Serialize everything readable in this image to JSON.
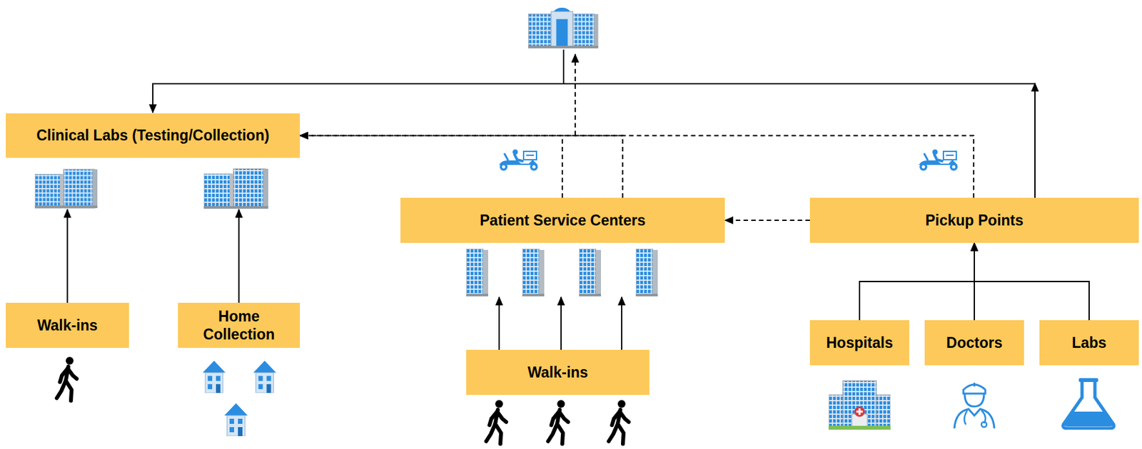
{
  "diagram": {
    "nodes": [
      {
        "text": [
          "Clinical Labs (Testing/Collection)"
        ]
      },
      {
        "text": [
          "Walk-ins"
        ]
      },
      {
        "text": [
          "Home Collection"
        ]
      },
      {
        "text": [
          "Patient Service Centers"
        ]
      },
      {
        "text": [
          "Pickup Points"
        ]
      },
      {
        "text": [
          "Walk-ins"
        ]
      },
      {
        "text": [
          "Hospitals"
        ]
      },
      {
        "text": [
          "Doctors"
        ]
      },
      {
        "text": [
          "Labs"
        ]
      }
    ],
    "edges": [
      {
        "from": 1,
        "to": 0,
        "arrow": "to"
      },
      {
        "from": 2,
        "to": 0,
        "arrow": "to"
      },
      {
        "from": 4,
        "to": 3,
        "arrow": "to"
      },
      {
        "from": 3,
        "to": 0,
        "arrow": "to"
      },
      {
        "from": 4,
        "to": 0,
        "arrow": "to"
      },
      {
        "from": 5,
        "to": 3,
        "arrow": "to"
      },
      {
        "from": 6,
        "to": 4,
        "arrow": "to"
      },
      {
        "from": 7,
        "to": 4,
        "arrow": "to"
      },
      {
        "from": 8,
        "to": 4,
        "arrow": "to"
      }
    ]
  }
}
